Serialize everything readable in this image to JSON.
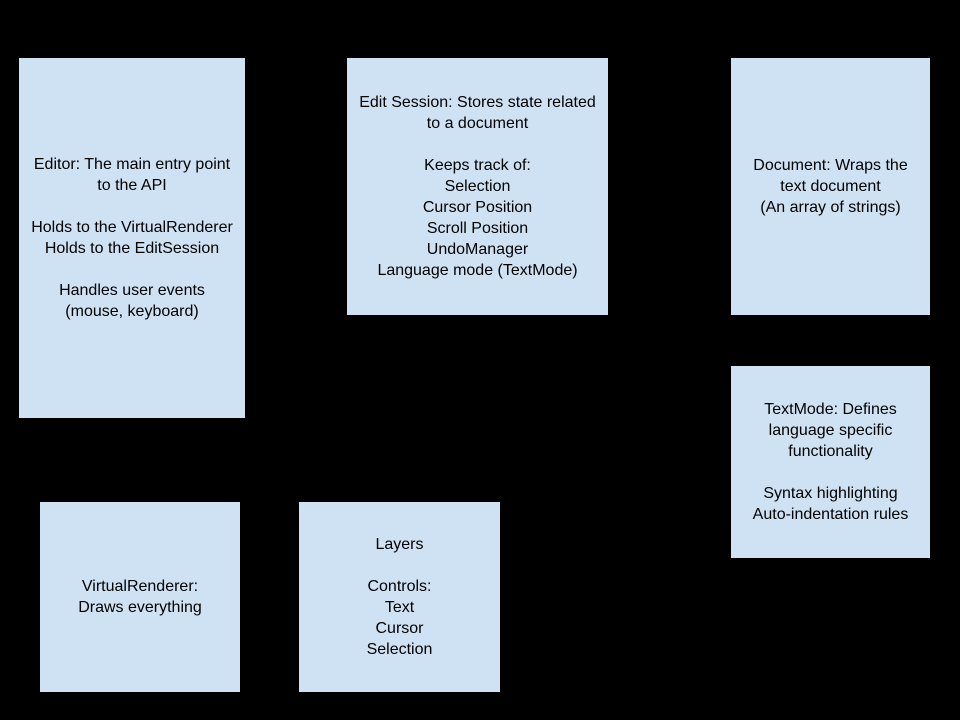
{
  "colors": {
    "background": "#000000",
    "box_fill": "#cfe2f3",
    "box_border": "#000000",
    "text": "#000000"
  },
  "boxes": {
    "editor": {
      "text": "Editor: The main entry point to the API\n\nHolds to the VirtualRenderer\nHolds to the EditSession\n\nHandles user events (mouse, keyboard)"
    },
    "edit_session": {
      "text": "Edit Session: Stores state related to a document\n\nKeeps track of:\nSelection\nCursor Position\nScroll Position\nUndoManager\nLanguage mode (TextMode)"
    },
    "document": {
      "text": "Document: Wraps the text document\n(An array of strings)"
    },
    "textmode": {
      "text": "TextMode: Defines language specific functionality\n\nSyntax highlighting\nAuto-indentation rules"
    },
    "virtual_renderer": {
      "text": "VirtualRenderer:\nDraws everything"
    },
    "layers": {
      "text": "Layers\n\nControls:\nText\nCursor\nSelection"
    }
  }
}
